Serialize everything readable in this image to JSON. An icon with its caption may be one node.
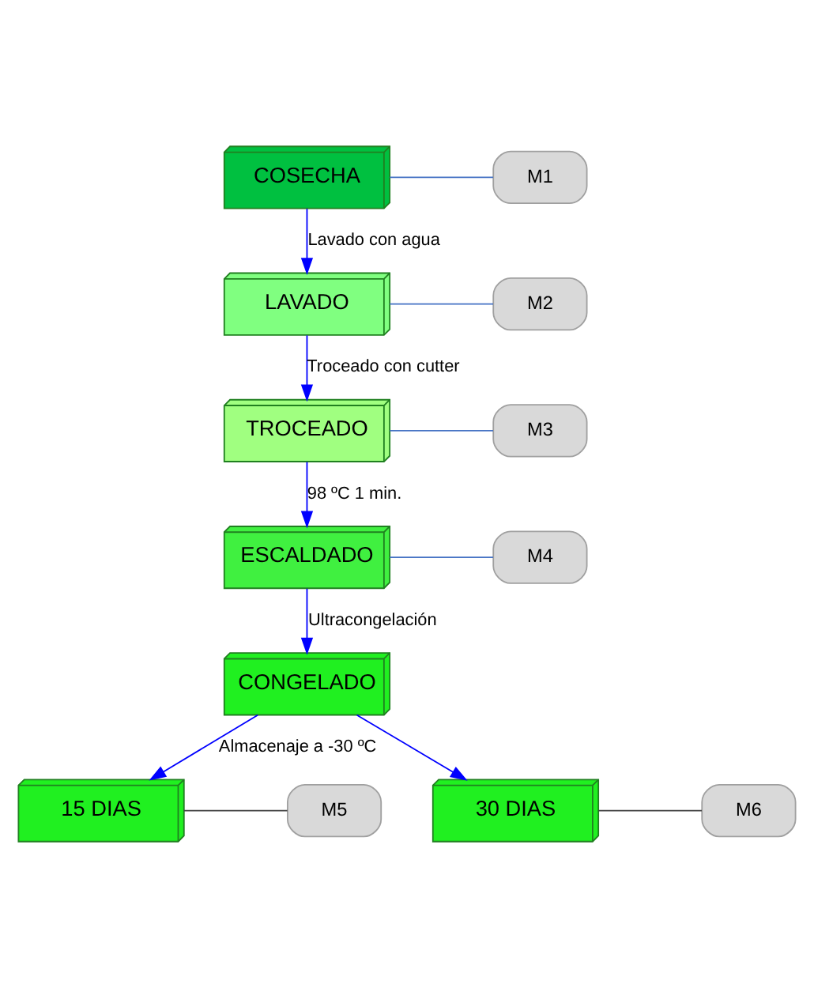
{
  "diagram": {
    "nodes": [
      {
        "text": [
          "COSECHA"
        ]
      },
      {
        "text": [
          "M1"
        ]
      },
      {
        "text": [
          "LAVADO"
        ]
      },
      {
        "text": [
          "M2"
        ]
      },
      {
        "text": [
          "TROCEADO"
        ]
      },
      {
        "text": [
          "M3"
        ]
      },
      {
        "text": [
          "ESCALDADO"
        ]
      },
      {
        "text": [
          "M4"
        ]
      },
      {
        "text": [
          "CONGELADO"
        ]
      },
      {
        "text": [
          "15 DIAS"
        ]
      },
      {
        "text": [
          "M5"
        ]
      },
      {
        "text": [
          "30 DIAS"
        ]
      },
      {
        "text": [
          "M6"
        ]
      }
    ],
    "edges": [
      {
        "from": 0,
        "to": 1,
        "arrow": "none",
        "color": "#4472c4"
      },
      {
        "from": 0,
        "to": 2,
        "arrow": "to",
        "label": "Lavado con agua"
      },
      {
        "from": 2,
        "to": 3,
        "arrow": "none",
        "color": "#4472c4"
      },
      {
        "from": 2,
        "to": 4,
        "arrow": "to",
        "label": "Troceado con cutter"
      },
      {
        "from": 4,
        "to": 5,
        "arrow": "none",
        "color": "#4472c4"
      },
      {
        "from": 4,
        "to": 6,
        "arrow": "to",
        "label": "98 ºC 1 min."
      },
      {
        "from": 6,
        "to": 7,
        "arrow": "none",
        "color": "#4472c4"
      },
      {
        "from": 6,
        "to": 8,
        "arrow": "to",
        "label": "Ultracongelación"
      },
      {
        "from": 8,
        "to": 9,
        "arrow": "to",
        "label": "Almacenaje a -30 ºC"
      },
      {
        "from": 8,
        "to": 11,
        "arrow": "to"
      },
      {
        "from": 9,
        "to": 10,
        "arrow": "none",
        "color": "#404040"
      },
      {
        "from": 11,
        "to": 12,
        "arrow": "none",
        "color": "#404040"
      }
    ]
  }
}
